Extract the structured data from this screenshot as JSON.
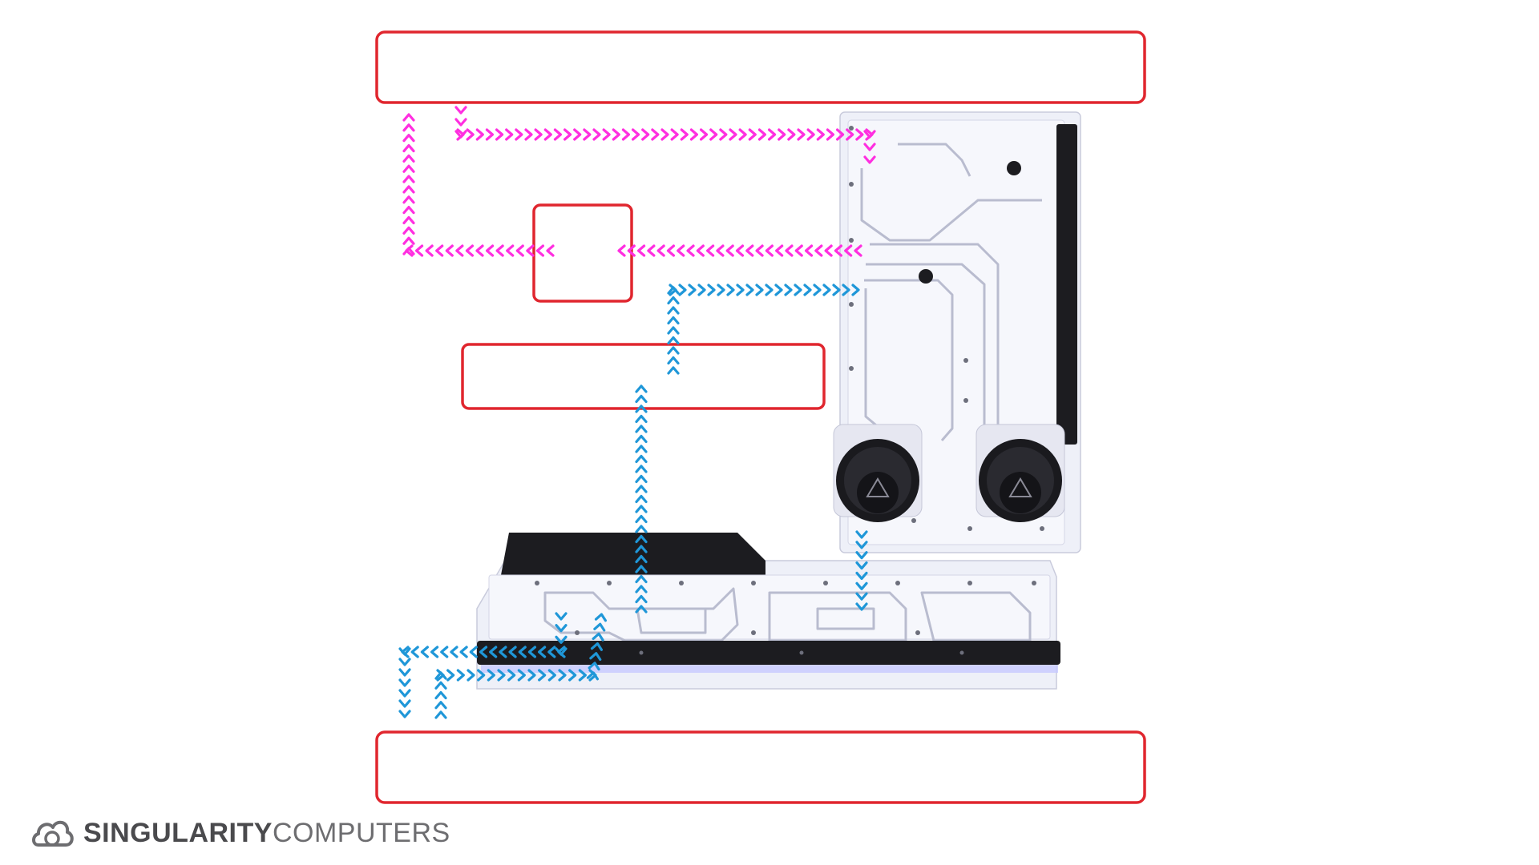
{
  "brand": {
    "name_bold": "SINGULARITY",
    "name_light": "COMPUTERS",
    "logo_icon": "cloud-ring-icon"
  },
  "colors": {
    "label_box": "#e0262e",
    "hot_flow": "#ff2fe0",
    "cool_flow": "#1f97d8"
  },
  "labels": [
    {
      "id": "top-label",
      "text": ""
    },
    {
      "id": "middle-small-label",
      "text": ""
    },
    {
      "id": "middle-wide-label",
      "text": ""
    },
    {
      "id": "bottom-label",
      "text": ""
    }
  ],
  "flow_legend": {
    "hot": "magenta-chevron-arrows",
    "cool": "blue-chevron-arrows"
  },
  "product": {
    "image_subject": "distribution-plate-with-two-pumps",
    "pump_icon": "pump-icon"
  }
}
